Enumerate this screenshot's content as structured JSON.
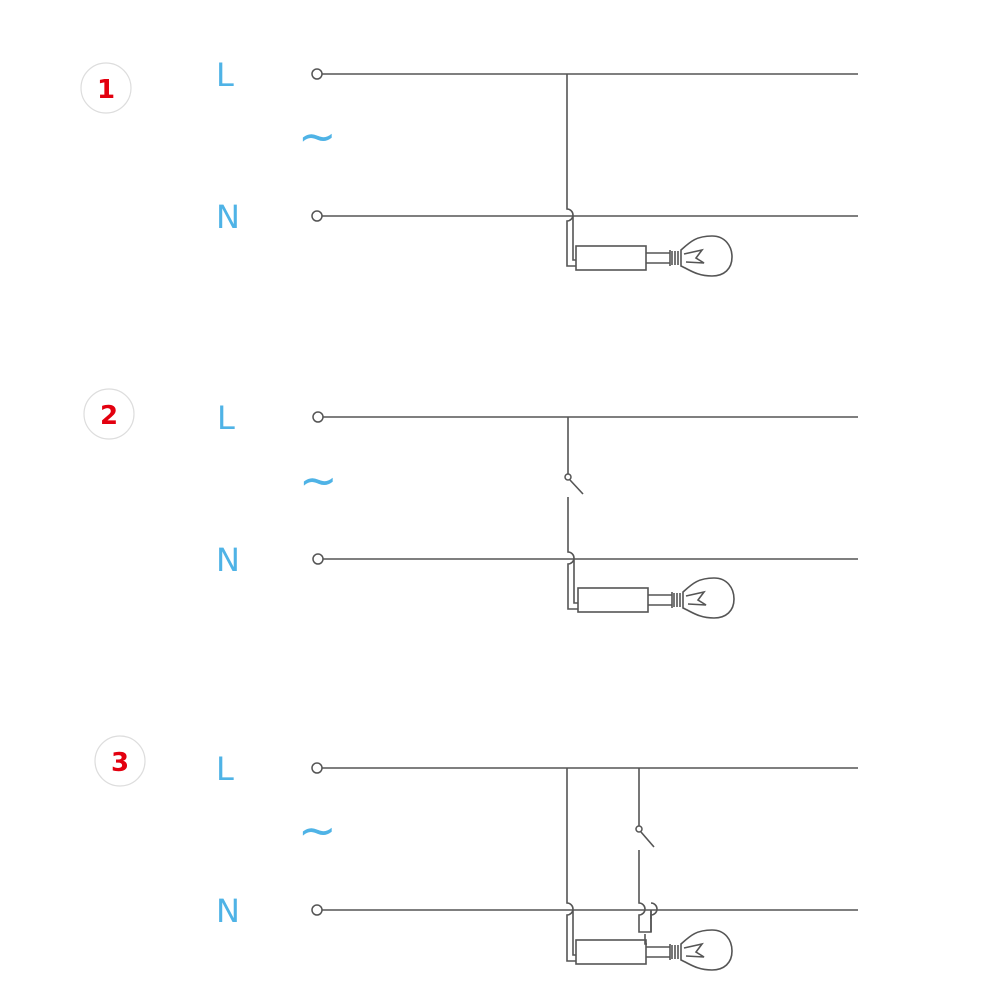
{
  "colors": {
    "wire": "#555555",
    "rail_label": "#4fb3e6",
    "badge_number": "#e3000f",
    "badge_border": "#dddddd"
  },
  "diagrams": [
    {
      "number": "1",
      "line_label": "L",
      "neutral_label": "N",
      "ac_symbol": "~",
      "variant": "direct"
    },
    {
      "number": "2",
      "line_label": "L",
      "neutral_label": "N",
      "ac_symbol": "~",
      "variant": "switched"
    },
    {
      "number": "3",
      "line_label": "L",
      "neutral_label": "N",
      "ac_symbol": "~",
      "variant": "permanent-plus-switched"
    }
  ],
  "icons": [
    "lamp-icon",
    "ballast-icon",
    "switch-icon",
    "terminal-icon",
    "wire-crossover-icon"
  ]
}
